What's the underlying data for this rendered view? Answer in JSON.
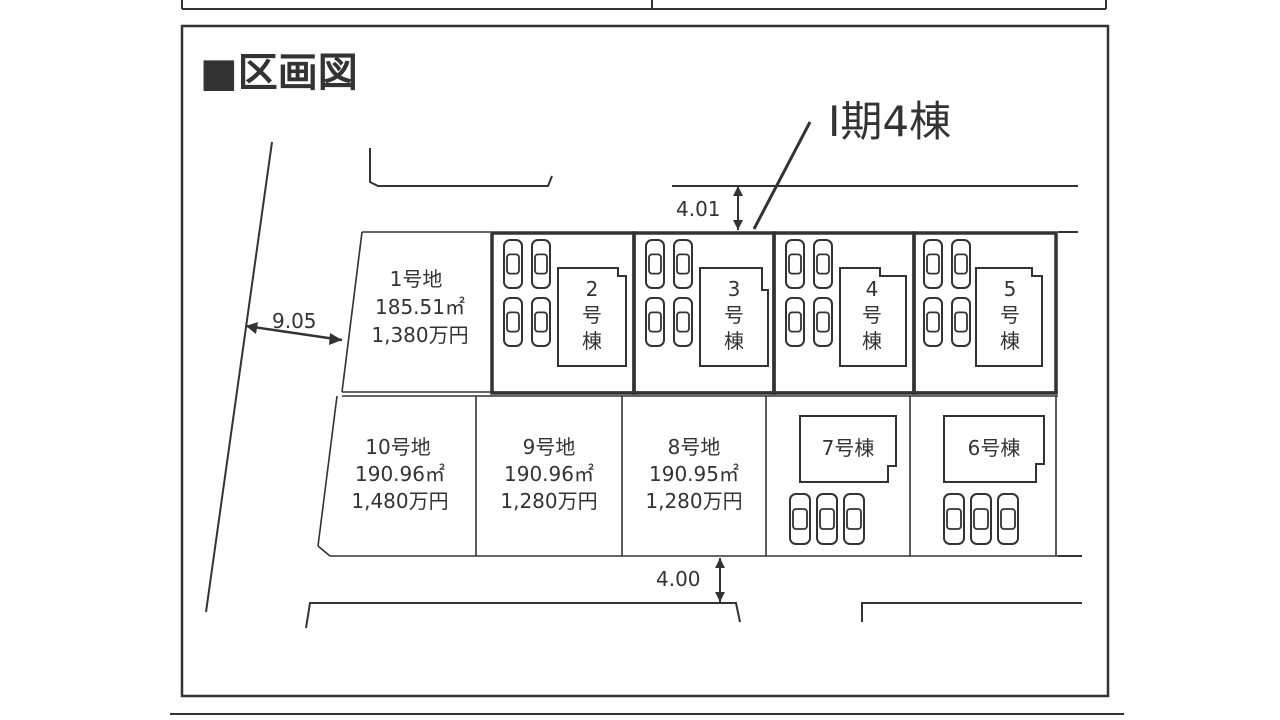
{
  "title": "■区画図",
  "phase_label": "Ⅰ期4棟",
  "dimensions": {
    "road_west": "9.05",
    "road_north": "4.01",
    "road_south": "4.00"
  },
  "lots": [
    {
      "id": "lot-1",
      "name": "1号地",
      "area": "185.51㎡",
      "price": "1,380万円"
    },
    {
      "id": "lot-10",
      "name": "10号地",
      "area": "190.96㎡",
      "price": "1,480万円"
    },
    {
      "id": "lot-9",
      "name": "9号地",
      "area": "190.96㎡",
      "price": "1,280万円"
    },
    {
      "id": "lot-8",
      "name": "8号地",
      "area": "190.95㎡",
      "price": "1,280万円"
    }
  ],
  "buildings": [
    {
      "id": "building-2",
      "label": [
        "2",
        "号",
        "棟"
      ]
    },
    {
      "id": "building-3",
      "label": [
        "3",
        "号",
        "棟"
      ]
    },
    {
      "id": "building-4",
      "label": [
        "4",
        "号",
        "棟"
      ]
    },
    {
      "id": "building-5",
      "label": [
        "5",
        "号",
        "棟"
      ]
    },
    {
      "id": "building-7",
      "label": "7号棟"
    },
    {
      "id": "building-6",
      "label": "6号棟"
    }
  ]
}
